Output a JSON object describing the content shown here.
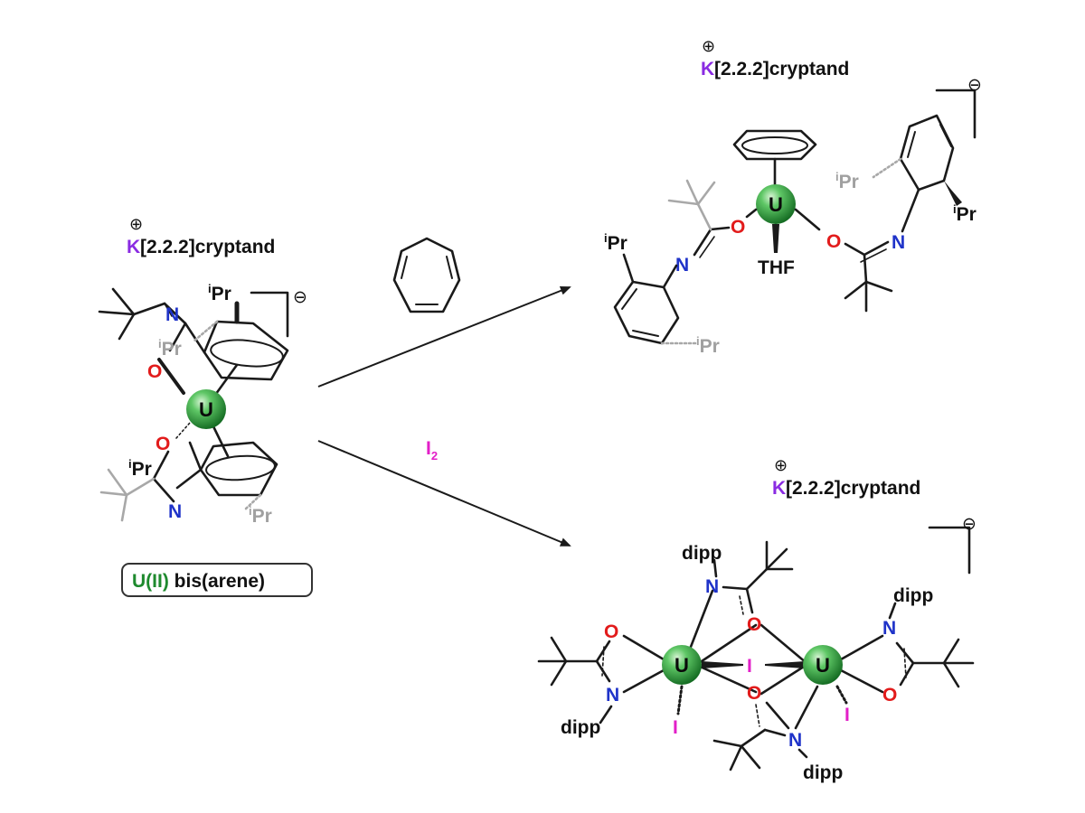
{
  "left_complex": {
    "cation_plus": "⊕",
    "cation_k": "K",
    "cation_rest": "[2.2.2]cryptand",
    "charge_minus": "⊖",
    "metal": "U",
    "oxygen_1": "O",
    "oxygen_2": "O",
    "nitrogen_1": "N",
    "nitrogen_2": "N",
    "ipr_sup": "i",
    "ipr_main": "Pr",
    "caption_green": "U(II)",
    "caption_black": " bis(arene)"
  },
  "arrow_top": {
    "reagent": "cycloheptatriene"
  },
  "arrow_bottom": {
    "reagent_main": "I",
    "reagent_sub": "2"
  },
  "top_product": {
    "cation_plus": "⊕",
    "cation_k": "K",
    "cation_rest": "[2.2.2]cryptand",
    "charge_minus": "⊖",
    "metal": "U",
    "oxygen_1": "O",
    "oxygen_2": "O",
    "nitrogen_1": "N",
    "nitrogen_2": "N",
    "thf": "THF",
    "ipr_sup": "i",
    "ipr_main": "Pr"
  },
  "bottom_product": {
    "cation_plus": "⊕",
    "cation_k": "K",
    "cation_rest": "[2.2.2]cryptand",
    "charge_minus": "⊖",
    "metal": "U",
    "iodide": "I",
    "oxygen": "O",
    "nitrogen": "N",
    "dipp": "dipp"
  },
  "colors": {
    "uranium": "#2e9a3e",
    "nitrogen": "#1f33c9",
    "oxygen": "#e21b1b",
    "iodine": "#e31fc8",
    "potassium": "#8a2be2",
    "faded": "#a0a0a0",
    "bond": "#1a1a1a"
  }
}
